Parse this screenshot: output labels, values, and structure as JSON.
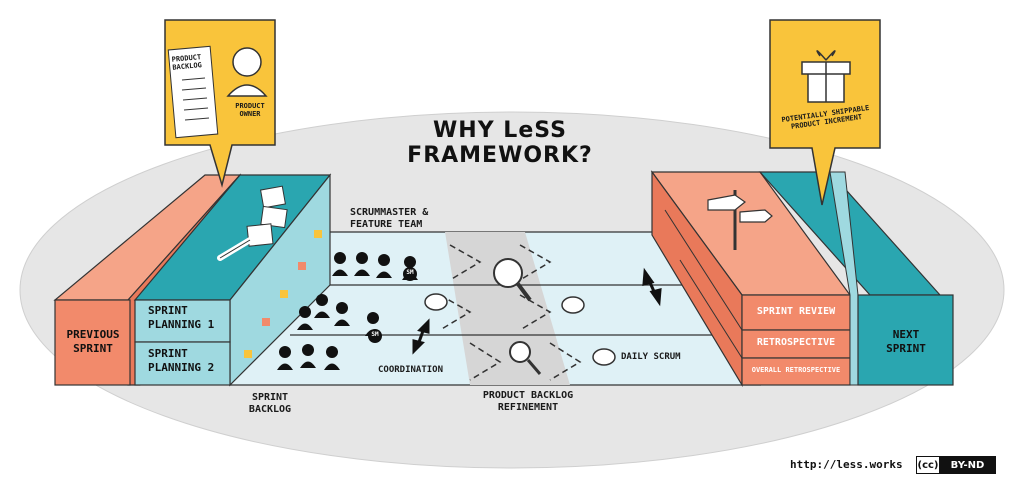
{
  "title": "WHY LeSS FRAMEWORK?",
  "callouts": {
    "left": {
      "backlog_label": "PRODUCT BACKLOG",
      "owner_label": "PRODUCT OWNER"
    },
    "right": {
      "increment_label": "POTENTIALLY SHIPPABLE PRODUCT INCREMENT"
    }
  },
  "blocks": {
    "previous_sprint": "PREVIOUS SPRINT",
    "sprint_planning_1": "SPRINT PLANNING 1",
    "sprint_planning_2": "SPRINT PLANNING 2",
    "sprint_review": "SPRINT REVIEW",
    "retrospective": "RETROSPECTIVE",
    "overall_retrospective": "OVERALL RETROSPECTIVE",
    "next_sprint": "NEXT SPRINT"
  },
  "labels": {
    "scrummaster_team": "SCRUMMASTER & FEATURE TEAM",
    "coordination": "COORDINATION",
    "daily_scrum": "DAILY SCRUM",
    "sprint_backlog": "SPRINT BACKLOG",
    "product_backlog_refinement": "PRODUCT BACKLOG REFINEMENT",
    "sm": "SM"
  },
  "footer": {
    "url": "http://less.works",
    "license_cc": "(cc)",
    "license": "BY-ND"
  },
  "colors": {
    "salmon": "#f28a6b",
    "teal": "#2aa6b0",
    "light_teal": "#9fd9e0",
    "yellow": "#f9c43b",
    "ellipse": "#e6e6e6",
    "track": "#dff1f6"
  }
}
